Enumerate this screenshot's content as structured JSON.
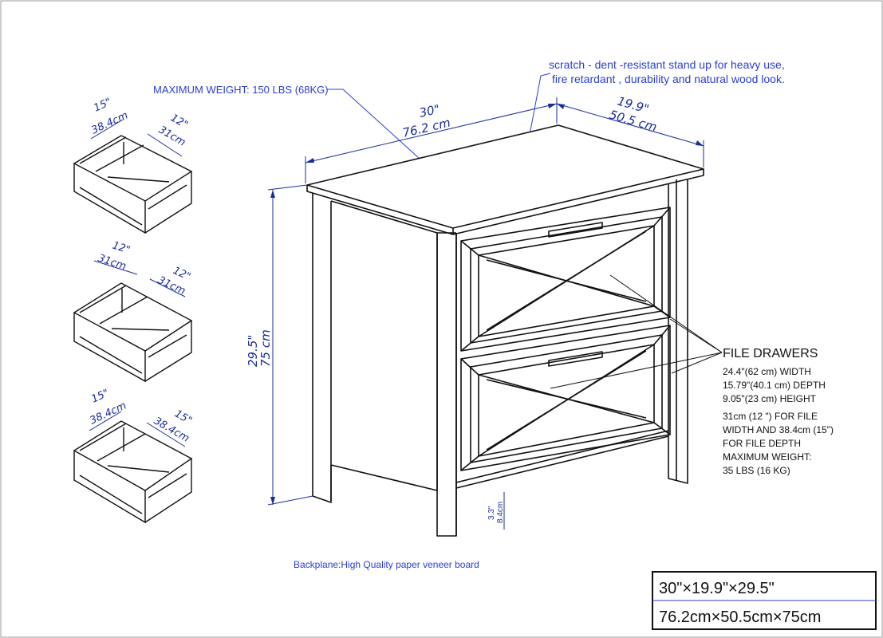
{
  "colors": {
    "annotation": "#2a3fd0",
    "dimension": "#1a2c9c",
    "line": "#111111"
  },
  "top_annotations": {
    "max_weight": "MAXIMUM WEIGHT: 150 LBS (68KG)",
    "finish_line1": "scratch - dent -resistant stand up for heavy use,",
    "finish_line2": "fire retardant , durability and natural wood look."
  },
  "cabinet_dimensions": {
    "width_in": "30\"",
    "width_cm": "76.2 cm",
    "depth_in": "19.9\"",
    "depth_cm": "50.5 cm",
    "height_in": "29.5\"",
    "height_cm": "75 cm",
    "leg_in": "3.3\"",
    "leg_cm": "8.4cm"
  },
  "drawer_insets": [
    {
      "width_in": "15\"",
      "width_cm": "38.4cm",
      "depth_in": "12\"",
      "depth_cm": "31cm"
    },
    {
      "width_in": "12\"",
      "width_cm": "31cm",
      "depth_in": "12\"",
      "depth_cm": "31cm"
    },
    {
      "width_in": "15\"",
      "width_cm": "38.4cm",
      "depth_in": "15\"",
      "depth_cm": "38.4cm"
    }
  ],
  "file_drawers": {
    "title": "FILE DRAWERS",
    "lines": [
      "24.4\"(62 cm) WIDTH",
      "15.79\"(40.1 cm) DEPTH",
      "9.05\"(23 cm) HEIGHT"
    ],
    "lines2": [
      "31cm (12 \") FOR FILE",
      "WIDTH AND 38.4cm (15\")",
      "FOR FILE DEPTH",
      "MAXIMUM WEIGHT:",
      "35 LBS (16 KG)"
    ]
  },
  "backplane": "Backplane:High Quality paper veneer board",
  "summary_box": {
    "imperial": "30\"×19.9\"×29.5\"",
    "metric": "76.2cm×50.5cm×75cm"
  }
}
